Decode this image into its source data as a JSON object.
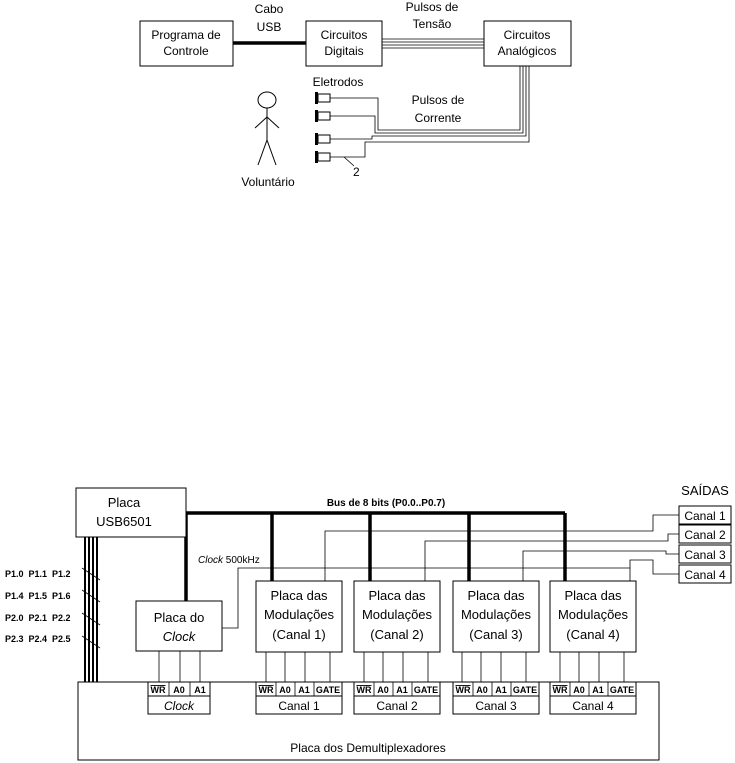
{
  "top_diagram": {
    "programa": [
      "Programa de",
      "Controle"
    ],
    "cabo": [
      "Cabo",
      "USB"
    ],
    "digitais": [
      "Circuitos",
      "Digitais"
    ],
    "pulsos_tensao": [
      "Pulsos de",
      "Tensão"
    ],
    "analogicos": [
      "Circuitos",
      "Analógicos"
    ],
    "eletrodos": "Eletrodos",
    "pulsos_corrente": [
      "Pulsos de",
      "Corrente"
    ],
    "voluntario": "Voluntário",
    "count": "2"
  },
  "bottom_diagram": {
    "usb_board": [
      "Placa",
      "USB6501"
    ],
    "bus_label": "Bus de 8 bits (P0.0..P0.7)",
    "saidas": "SAÍDAS",
    "outputs": [
      "Canal 1",
      "Canal 2",
      "Canal 3",
      "Canal 4"
    ],
    "clock_signal_italic": "Clock",
    "clock_signal_rest": " 500kHz",
    "port_rows": [
      "P1.0  P1.1  P1.2",
      "P1.4  P1.5  P1.6",
      "P2.0  P2.1  P2.2",
      "P2.3  P2.4  P2.5"
    ],
    "clock_board": [
      "Placa do",
      "Clock"
    ],
    "modulation_boards": [
      [
        "Placa das",
        "Modulações",
        "(Canal 1)"
      ],
      [
        "Placa das",
        "Modulações",
        "(Canal 2)"
      ],
      [
        "Placa das",
        "Modulações",
        "(Canal 3)"
      ],
      [
        "Placa das",
        "Modulações",
        "(Canal 4)"
      ]
    ],
    "pin_wr": "WR",
    "pin_a0": "A0",
    "pin_a1": "A1",
    "pin_gate": "GATE",
    "clock_slot": "Clock",
    "channel_slots": [
      "Canal 1",
      "Canal 2",
      "Canal 3",
      "Canal 4"
    ],
    "demux_board": "Placa dos Demultiplexadores"
  }
}
